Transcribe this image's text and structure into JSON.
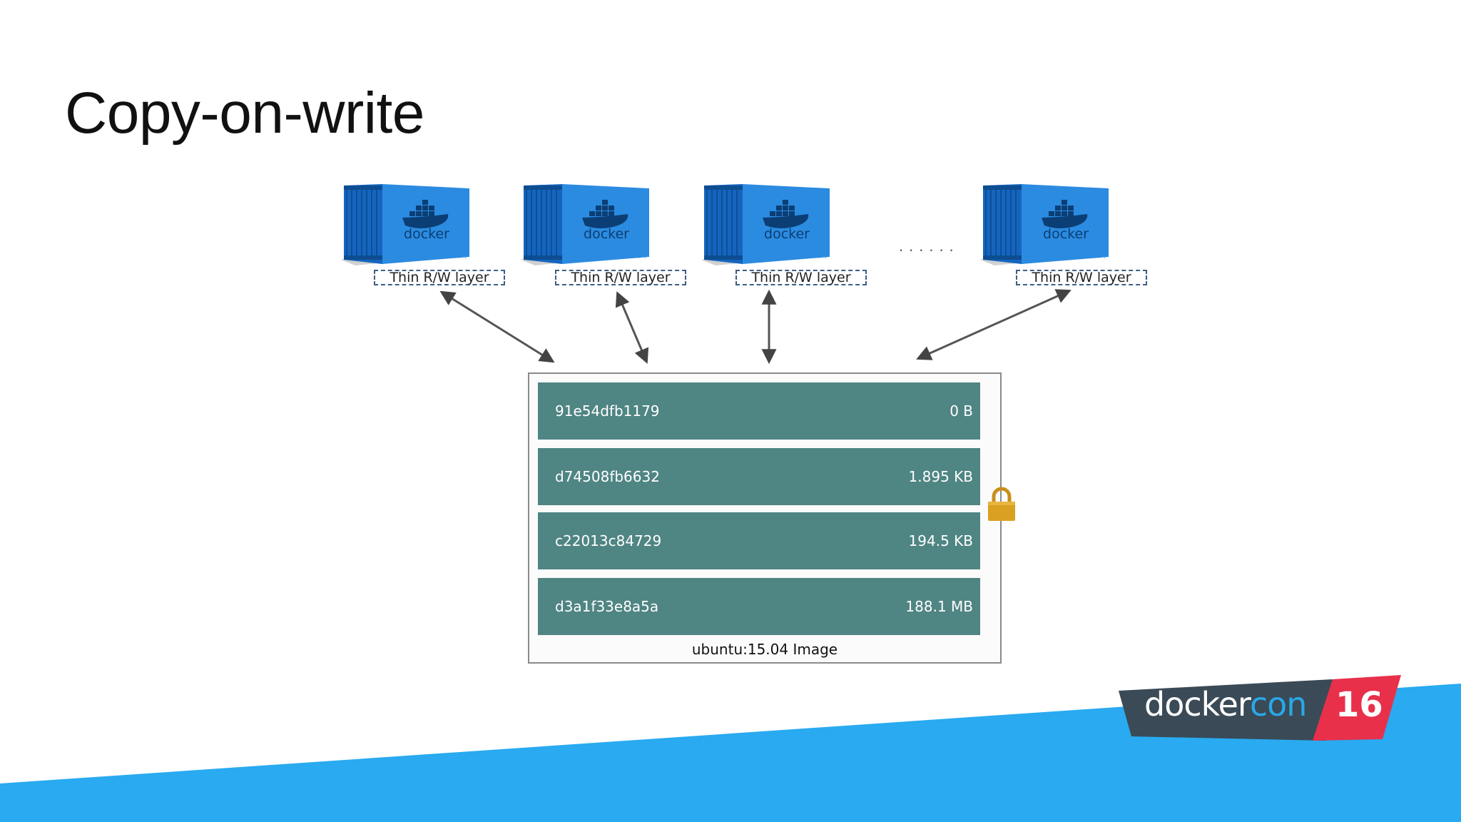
{
  "slide": {
    "title": "Copy-on-write",
    "container_brand": "docker",
    "rw_layer_label": "Thin R/W layer",
    "more_indicator": "......",
    "image_label": "ubuntu:15.04 Image",
    "layers": [
      {
        "id": "91e54dfb1179",
        "size": "0 B"
      },
      {
        "id": "d74508fb6632",
        "size": "1.895 KB"
      },
      {
        "id": "c22013c84729",
        "size": "194.5 KB"
      },
      {
        "id": "d3a1f33e8a5a",
        "size": "188.1 MB"
      }
    ],
    "logo": {
      "word": "docker",
      "word2": "con",
      "number": "16"
    }
  },
  "colors": {
    "container_blue": "#1f7fd6",
    "layer_teal": "#4f8583",
    "footer_blue": "#29aaf1",
    "lock_gold": "#d9a022",
    "logo_dark": "#3a4a57",
    "logo_red": "#e8304a"
  },
  "icons": [
    "docker-container-icon",
    "lock-icon",
    "dockercon-logo"
  ]
}
